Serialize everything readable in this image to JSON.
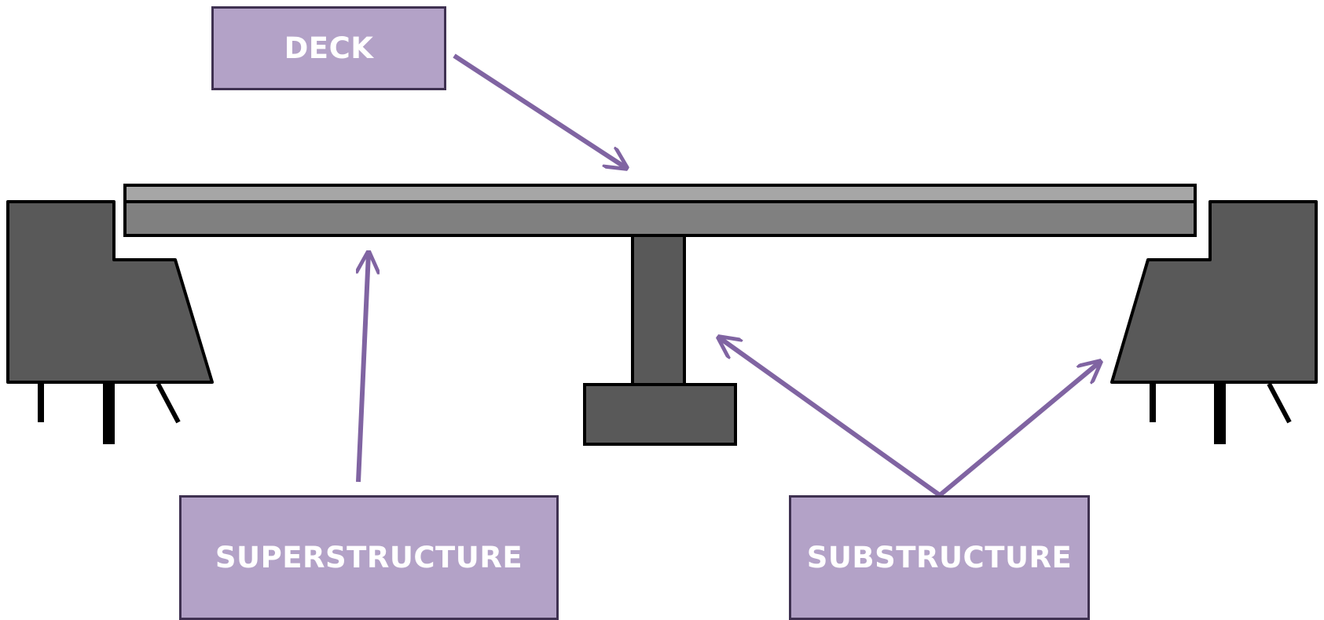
{
  "labels": {
    "deck": "DECK",
    "superstructure": "SUPERSTRUCTURE",
    "substructure": "SUBSTRUCTURE"
  },
  "colors": {
    "label_fill": "#b3a2c7",
    "label_border": "#3f3151",
    "label_text": "#ffffff",
    "arrow": "#8064a2",
    "deck_surface": "#a6a6a6",
    "girder": "#808080",
    "substructure": "#595959",
    "outline": "#000000"
  }
}
